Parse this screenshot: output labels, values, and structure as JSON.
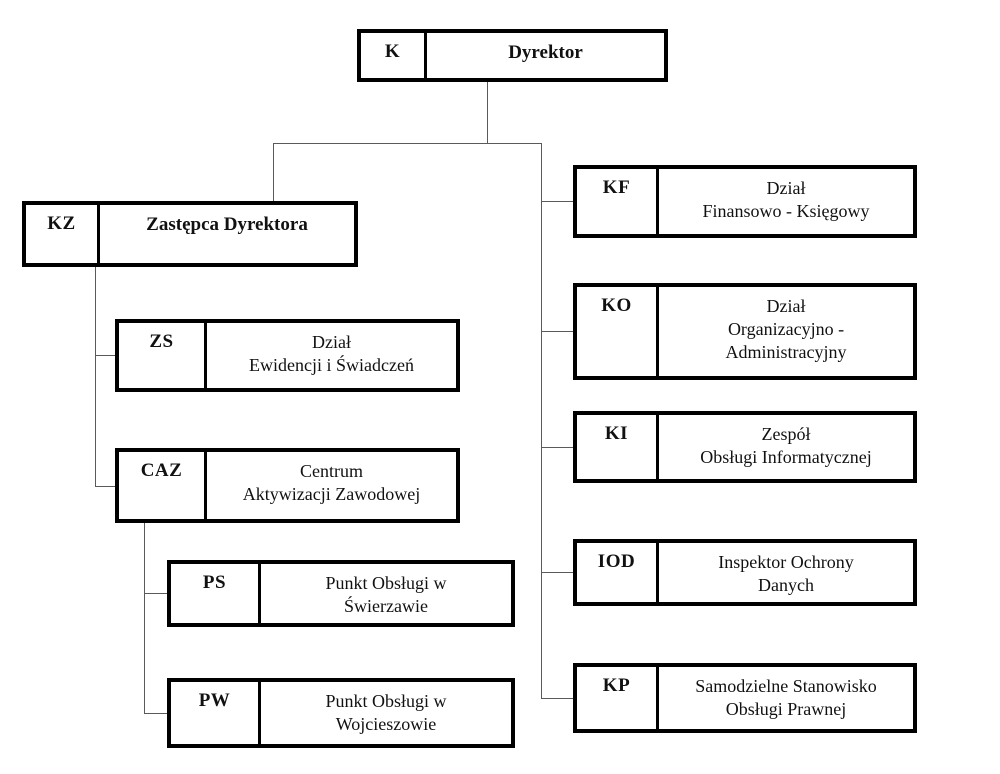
{
  "colors": {
    "background": "#ffffff",
    "box_border": "#000000",
    "connector_line": "#5a5a5a",
    "text": "#111111"
  },
  "diagram": {
    "type": "org-chart",
    "nodes": {
      "k": {
        "code": "K",
        "line1": "Dyrektor"
      },
      "kz": {
        "code": "KZ",
        "line1": "Zastępca Dyrektora"
      },
      "zs": {
        "code": "ZS",
        "line1": "Dział",
        "line2": "Ewidencji i Świadczeń"
      },
      "caz": {
        "code": "CAZ",
        "line1": "Centrum",
        "line2": "Aktywizacji Zawodowej"
      },
      "ps": {
        "code": "PS",
        "line1": "Punkt Obsługi w",
        "line2": "Świerzawie"
      },
      "pw": {
        "code": "PW",
        "line1": "Punkt Obsługi w",
        "line2": "Wojcieszowie"
      },
      "kf": {
        "code": "KF",
        "line1": "Dział",
        "line2": "Finansowo - Księgowy"
      },
      "ko": {
        "code": "KO",
        "line1": "Dział",
        "line2": "Organizacyjno -",
        "line3": "Administracyjny"
      },
      "ki": {
        "code": "KI",
        "line1": "Zespół",
        "line2": "Obsługi Informatycznej"
      },
      "iod": {
        "code": "IOD",
        "line1": "Inspektor Ochrony",
        "line2": "Danych"
      },
      "kp": {
        "code": "KP",
        "line1": "Samodzielne Stanowisko",
        "line2": "Obsługi Prawnej"
      }
    },
    "hierarchy": {
      "k": [
        "kz",
        "kf",
        "ko",
        "ki",
        "iod",
        "kp"
      ],
      "kz": [
        "zs",
        "caz"
      ],
      "caz": [
        "ps",
        "pw"
      ]
    }
  }
}
